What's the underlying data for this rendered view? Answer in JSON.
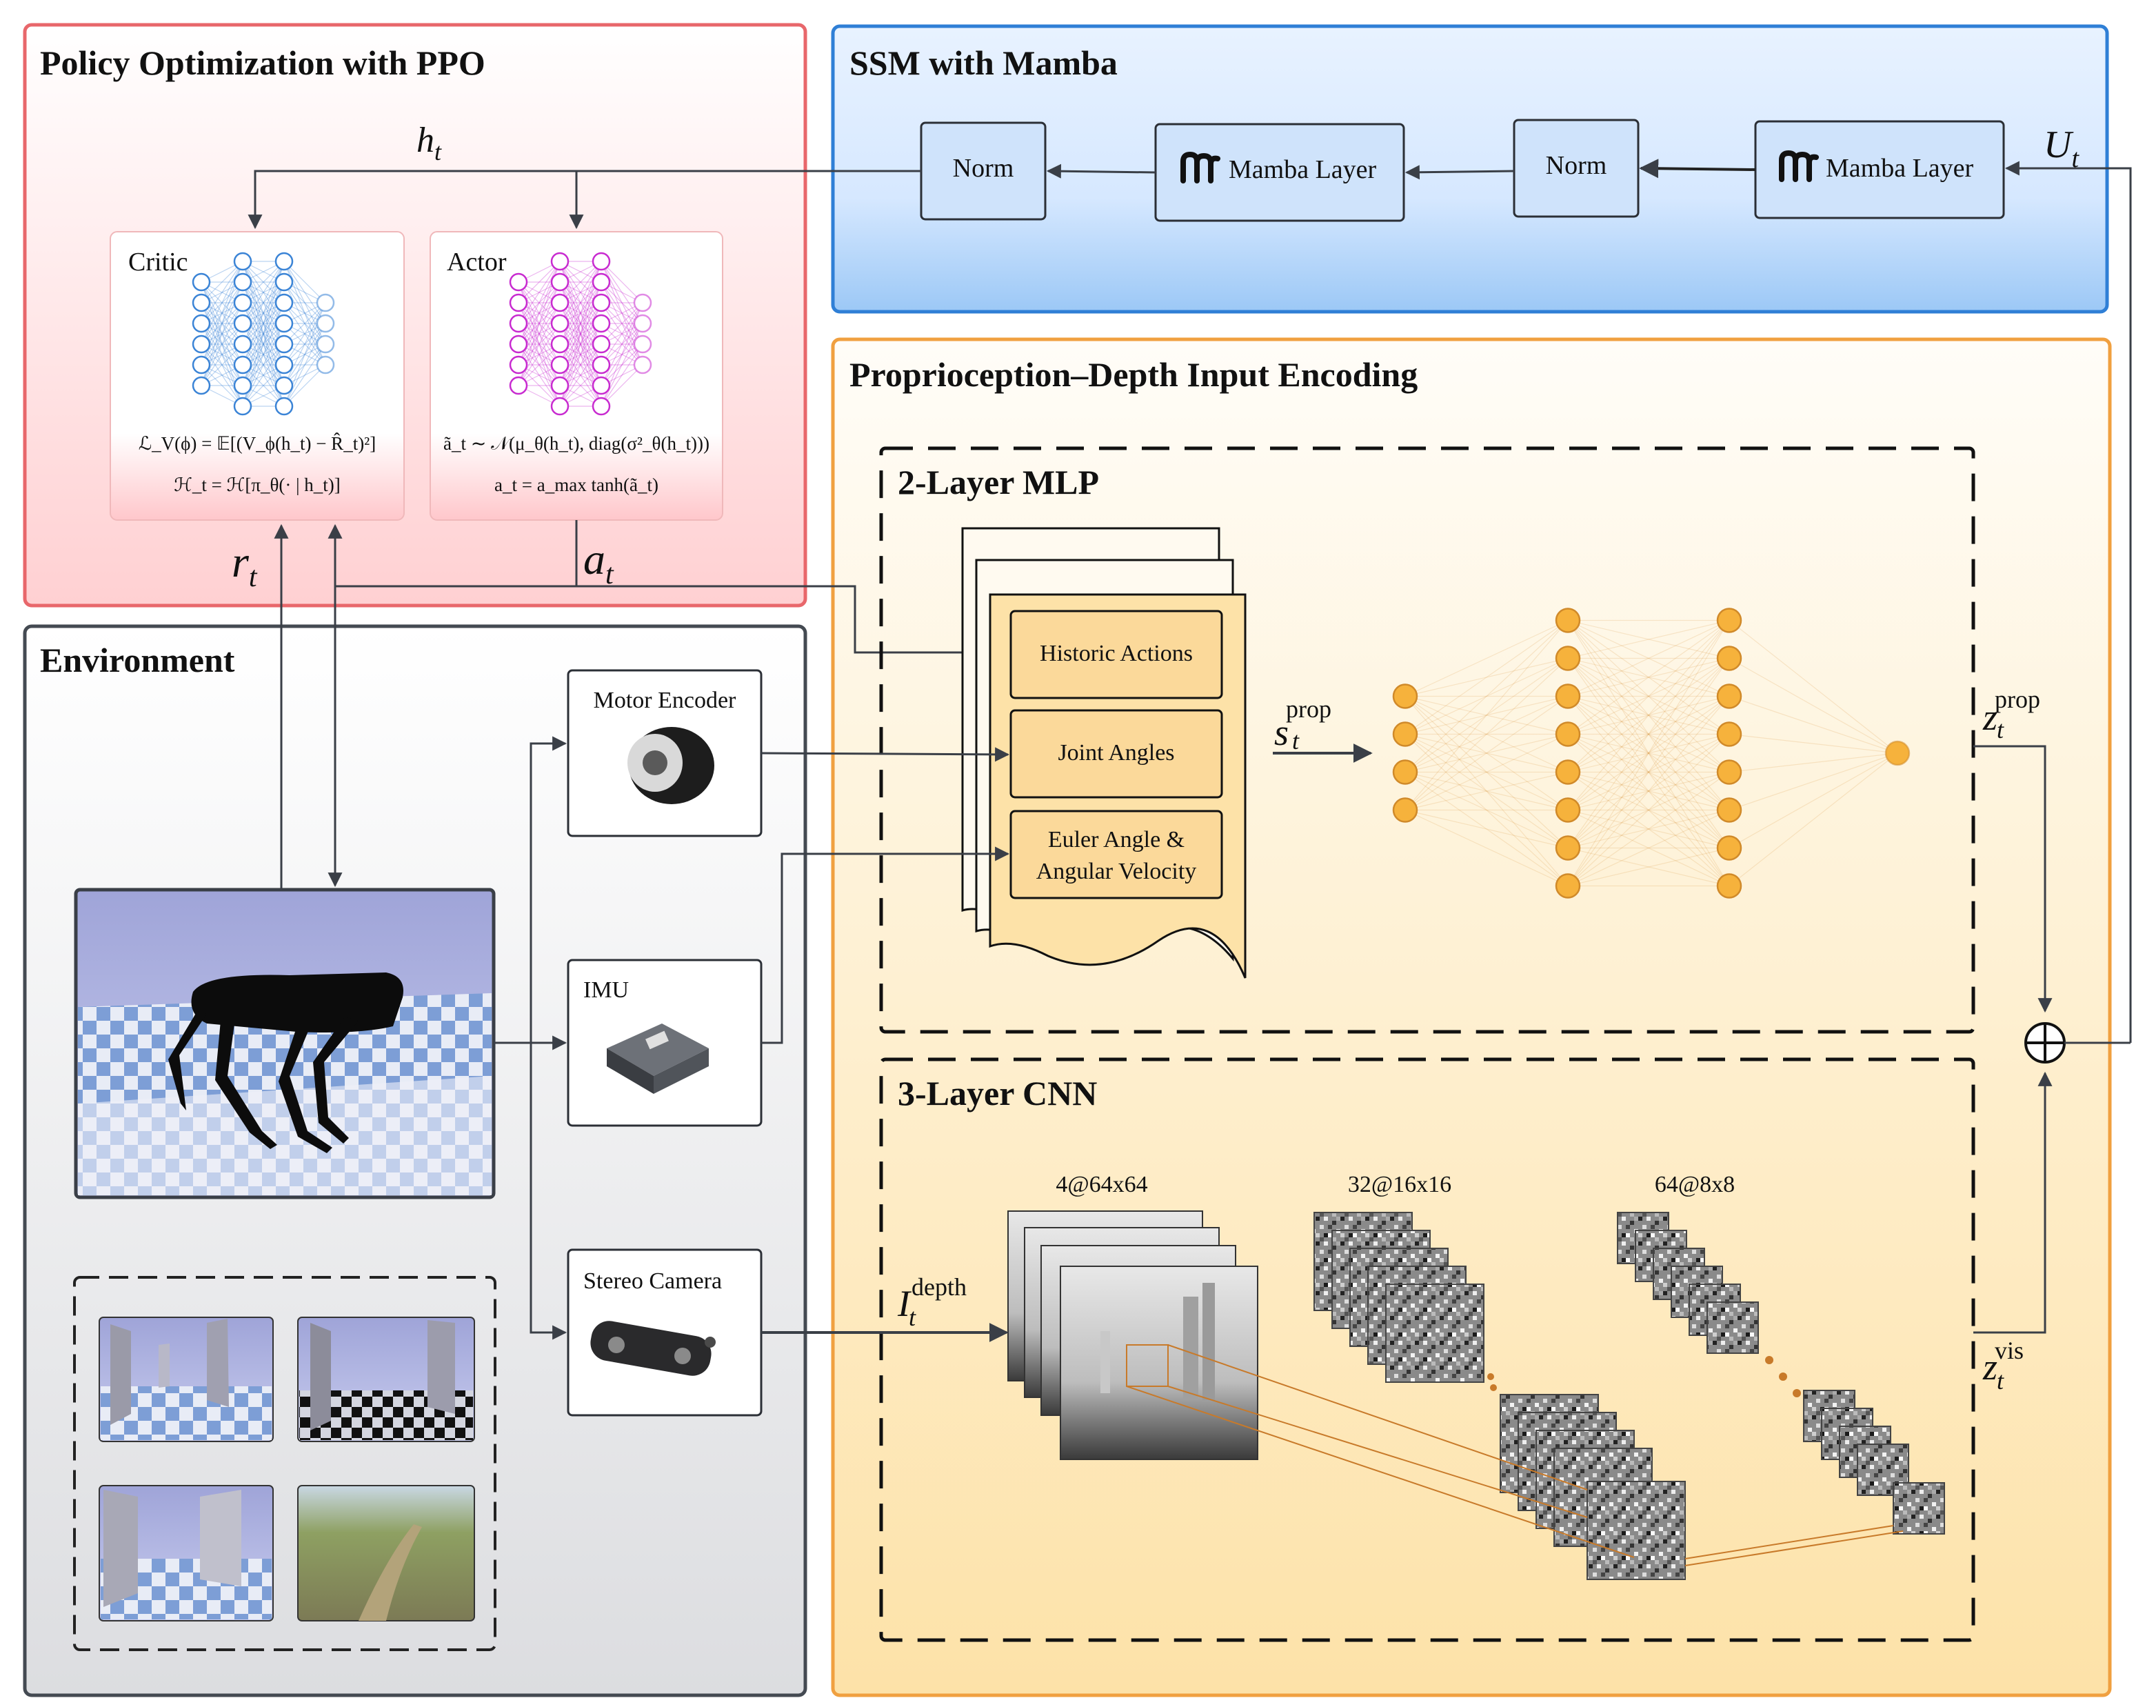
{
  "panels": {
    "policy": {
      "title": "Policy Optimization with PPO"
    },
    "ssm": {
      "title": "SSM with Mamba"
    },
    "encoding": {
      "title": "Proprioception–Depth Input Encoding"
    },
    "environment": {
      "title": "Environment"
    }
  },
  "policy": {
    "critic": {
      "label": "Critic",
      "formula1": "ℒ_V(ϕ) = 𝔼[(V_ϕ(h_t) − R̂_t)²]",
      "formula2": "ℋ_t = ℋ[π_θ(· | h_t)]"
    },
    "actor": {
      "label": "Actor",
      "formula1": "ã_t ∼ 𝒩(μ_θ(h_t), diag(σ²_θ(h_t)))",
      "formula2": "a_t = a_max tanh(ã_t)"
    },
    "h_label": "h",
    "h_sub": "t",
    "r_label": "r",
    "r_sub": "t",
    "a_label": "a",
    "a_sub": "t"
  },
  "ssm": {
    "norm_label": "Norm",
    "mamba_label": "Mamba Layer",
    "u_label": "U",
    "u_sub": "t"
  },
  "encoding": {
    "mlp_title": "2-Layer MLP",
    "cnn_title": "3-Layer CNN",
    "inputs": [
      "Historic Actions",
      "Joint Angles",
      "Euler Angle &",
      "Angular Velocity"
    ],
    "s_label": "s",
    "s_sub": "t",
    "s_sup": "prop",
    "z_label": "z",
    "z_sub": "t",
    "z_prop_sup": "prop",
    "z_vis_sup": "vis",
    "i_label": "I",
    "i_sub": "t",
    "i_sup": "depth",
    "cnn_layers": [
      "4@64x64",
      "32@16x16",
      "64@8x8"
    ],
    "plus_symbol": "⊕"
  },
  "environment": {
    "sensors": [
      "Motor Encoder",
      "IMU",
      "Stereo Camera"
    ]
  },
  "colors": {
    "policy_border": "#e8676b",
    "ssm_border": "#2f7fd6",
    "encoding_border": "#f0a040",
    "env_border": "#444a52",
    "box_fill": "#cfe3fb",
    "input_fill": "#fbd99a",
    "node_orange": "#f6b23c",
    "critic_blue": "#3b84d6",
    "actor_magenta": "#c82bd0"
  },
  "icons": [
    "mamba-snake-icon",
    "motor-encoder-icon",
    "imu-icon",
    "stereo-camera-icon",
    "quadruped-robot-icon"
  ]
}
